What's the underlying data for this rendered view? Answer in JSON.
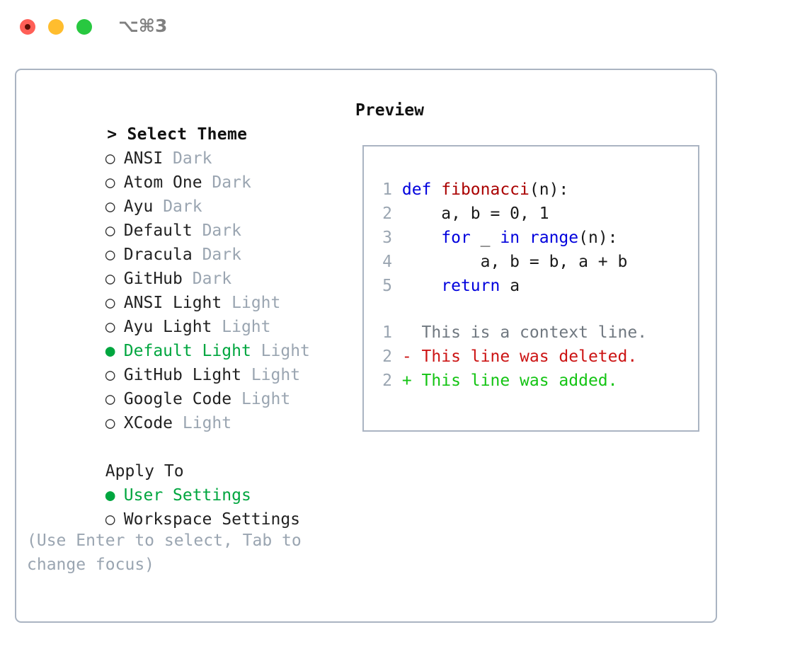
{
  "titlebar": {
    "shortcut": "⌥⌘3",
    "buttons": [
      {
        "name": "close",
        "color": "#ff5f57"
      },
      {
        "name": "minimize",
        "color": "#ffbd2e"
      },
      {
        "name": "zoom",
        "color": "#28c840"
      }
    ]
  },
  "theme_picker": {
    "header": "> Select Theme",
    "bullet_selected": "●",
    "bullet_unselected": "○",
    "items": [
      {
        "bullet": "○",
        "label": "ANSI",
        "badge": "Dark",
        "selected": false
      },
      {
        "bullet": "○",
        "label": "Atom One",
        "badge": "Dark",
        "selected": false
      },
      {
        "bullet": "○",
        "label": "Ayu",
        "badge": "Dark",
        "selected": false
      },
      {
        "bullet": "○",
        "label": "Default",
        "badge": "Dark",
        "selected": false
      },
      {
        "bullet": "○",
        "label": "Dracula",
        "badge": "Dark",
        "selected": false
      },
      {
        "bullet": "○",
        "label": "GitHub",
        "badge": "Dark",
        "selected": false
      },
      {
        "bullet": "○",
        "label": "ANSI Light",
        "badge": "Light",
        "selected": false
      },
      {
        "bullet": "○",
        "label": "Ayu Light",
        "badge": "Light",
        "selected": false
      },
      {
        "bullet": "●",
        "label": "Default Light",
        "badge": "Light",
        "selected": true
      },
      {
        "bullet": "○",
        "label": "GitHub Light",
        "badge": "Light",
        "selected": false
      },
      {
        "bullet": "○",
        "label": "Google Code",
        "badge": "Light",
        "selected": false
      },
      {
        "bullet": "○",
        "label": "XCode",
        "badge": "Light",
        "selected": false
      }
    ]
  },
  "apply_to": {
    "label": "Apply To",
    "options": [
      {
        "bullet": "●",
        "label": "User Settings",
        "selected": true
      },
      {
        "bullet": "○",
        "label": "Workspace Settings",
        "selected": false
      }
    ]
  },
  "hint": "(Use Enter to select, Tab to\nchange focus)",
  "preview": {
    "title": "Preview",
    "code_lines": [
      {
        "n": "1",
        "tokens": [
          {
            "t": "def ",
            "c": "kw"
          },
          {
            "t": "fibonacci",
            "c": "fn"
          },
          {
            "t": "(n):",
            "c": "plain"
          }
        ]
      },
      {
        "n": "2",
        "tokens": [
          {
            "t": "    a, b = 0, 1",
            "c": "plain"
          }
        ]
      },
      {
        "n": "3",
        "tokens": [
          {
            "t": "    ",
            "c": "plain"
          },
          {
            "t": "for",
            "c": "kw"
          },
          {
            "t": " _ ",
            "c": "plain"
          },
          {
            "t": "in range",
            "c": "kw"
          },
          {
            "t": "(n):",
            "c": "plain"
          }
        ]
      },
      {
        "n": "4",
        "tokens": [
          {
            "t": "        a, b = b, a + b",
            "c": "plain"
          }
        ]
      },
      {
        "n": "5",
        "tokens": [
          {
            "t": "    ",
            "c": "plain"
          },
          {
            "t": "return",
            "c": "kw"
          },
          {
            "t": " a",
            "c": "plain"
          }
        ]
      }
    ],
    "diff_lines": [
      {
        "n": "1",
        "marker": " ",
        "text": "  This is a context line.",
        "kind": "context"
      },
      {
        "n": "2",
        "marker": "-",
        "text": "- This line was deleted.",
        "kind": "deleted"
      },
      {
        "n": "2",
        "marker": "+",
        "text": "+ This line was added.",
        "kind": "added"
      }
    ]
  },
  "colors": {
    "selection_green": "#00a63f",
    "badge_gray": "#9aa5b1",
    "border": "#aab4c2",
    "keyword_blue": "#0000dd",
    "function_red": "#aa0000",
    "diff_deleted": "#cc1414",
    "diff_added": "#14c414",
    "diff_context": "#707880"
  }
}
